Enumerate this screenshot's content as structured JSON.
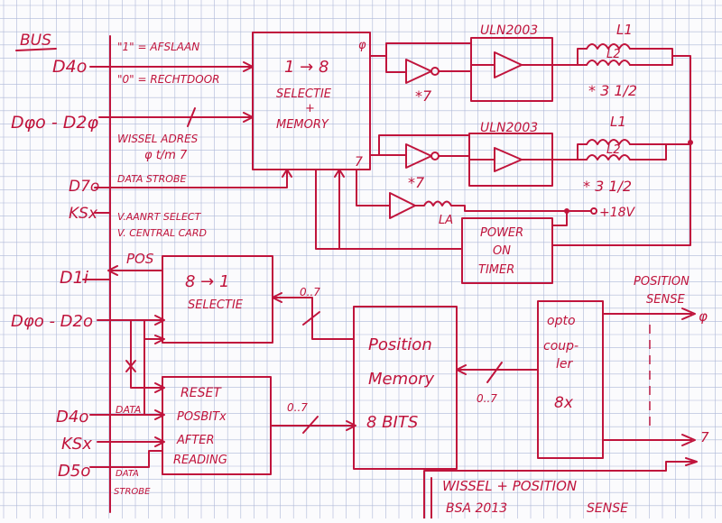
{
  "bus_label": "BUS",
  "bus_signals": {
    "d40_top": "D4o",
    "d00_d20_top": "Dφo - D2φ",
    "d70": "D7o",
    "ksx_top": "KSx",
    "d1i": "D1i",
    "d00_d20_bottom": "Dφo - D2o",
    "d40_bottom": "D4o",
    "ksx_bottom": "KSx",
    "d50": "D5o"
  },
  "notes": {
    "one_afslaan": "\"1\" = AFSLAAN",
    "zero_rechtdoor": "\"0\" = RECHTDOOR",
    "wissel_adres": "WISSEL ADRES",
    "phi_tm_7": "φ t/m 7",
    "data_strobe": "DATA STROBE",
    "vaanrt_select": "V.AANRT SELECT",
    "v_central_card": "V. CENTRAL CARD",
    "pos": "POS",
    "data": "DATA",
    "data_strobe_bottom_1": "DATA",
    "data_strobe_bottom_2": "STROBE"
  },
  "blocks": {
    "selectie_memory": {
      "line1": "1 → 8",
      "line2": "SELECTIE",
      "line3": "+",
      "line4": "MEMORY",
      "out_phi": "φ",
      "out_7": "7"
    },
    "uln_top": {
      "label": "ULN2003"
    },
    "uln_bottom": {
      "label": "ULN2003"
    },
    "power_on_timer": {
      "line1": "POWER",
      "line2": "ON",
      "line3": "TIMER"
    },
    "sel_8_1": {
      "line1": "8 → 1",
      "line2": "SELECTIE"
    },
    "reset_posbit": {
      "line1": "RESET",
      "line2": "POSBITx",
      "line3": "AFTER",
      "line4": "READING"
    },
    "position_memory": {
      "line1": "Position",
      "line2": "Memory",
      "line3": "8 BITS"
    },
    "opto_coupler": {
      "line1": "opto",
      "line2": "coup-",
      "line3": "ler",
      "line4": "8x"
    }
  },
  "annotations": {
    "inv_top_mult": "*7",
    "inv_bottom_mult": "*7",
    "coil_top_mult": "* 3 1/2",
    "coil_bottom_mult": "* 3 1/2",
    "l1_top": "L1",
    "l2_top": "L2",
    "l1_bottom": "L1",
    "l2_bottom": "L2",
    "la": "LA",
    "plus_18v": "+18V",
    "range_sel": "0..7",
    "range_reset": "0..7",
    "range_opto": "0..7",
    "position_sense_1": "POSITION",
    "position_sense_2": "SENSE",
    "position_sense_phi": "φ",
    "position_sense_7": "7"
  },
  "title_block": {
    "line1": "WISSEL + POSITION",
    "line2a": "BSA 2013",
    "line2b": "SENSE"
  }
}
